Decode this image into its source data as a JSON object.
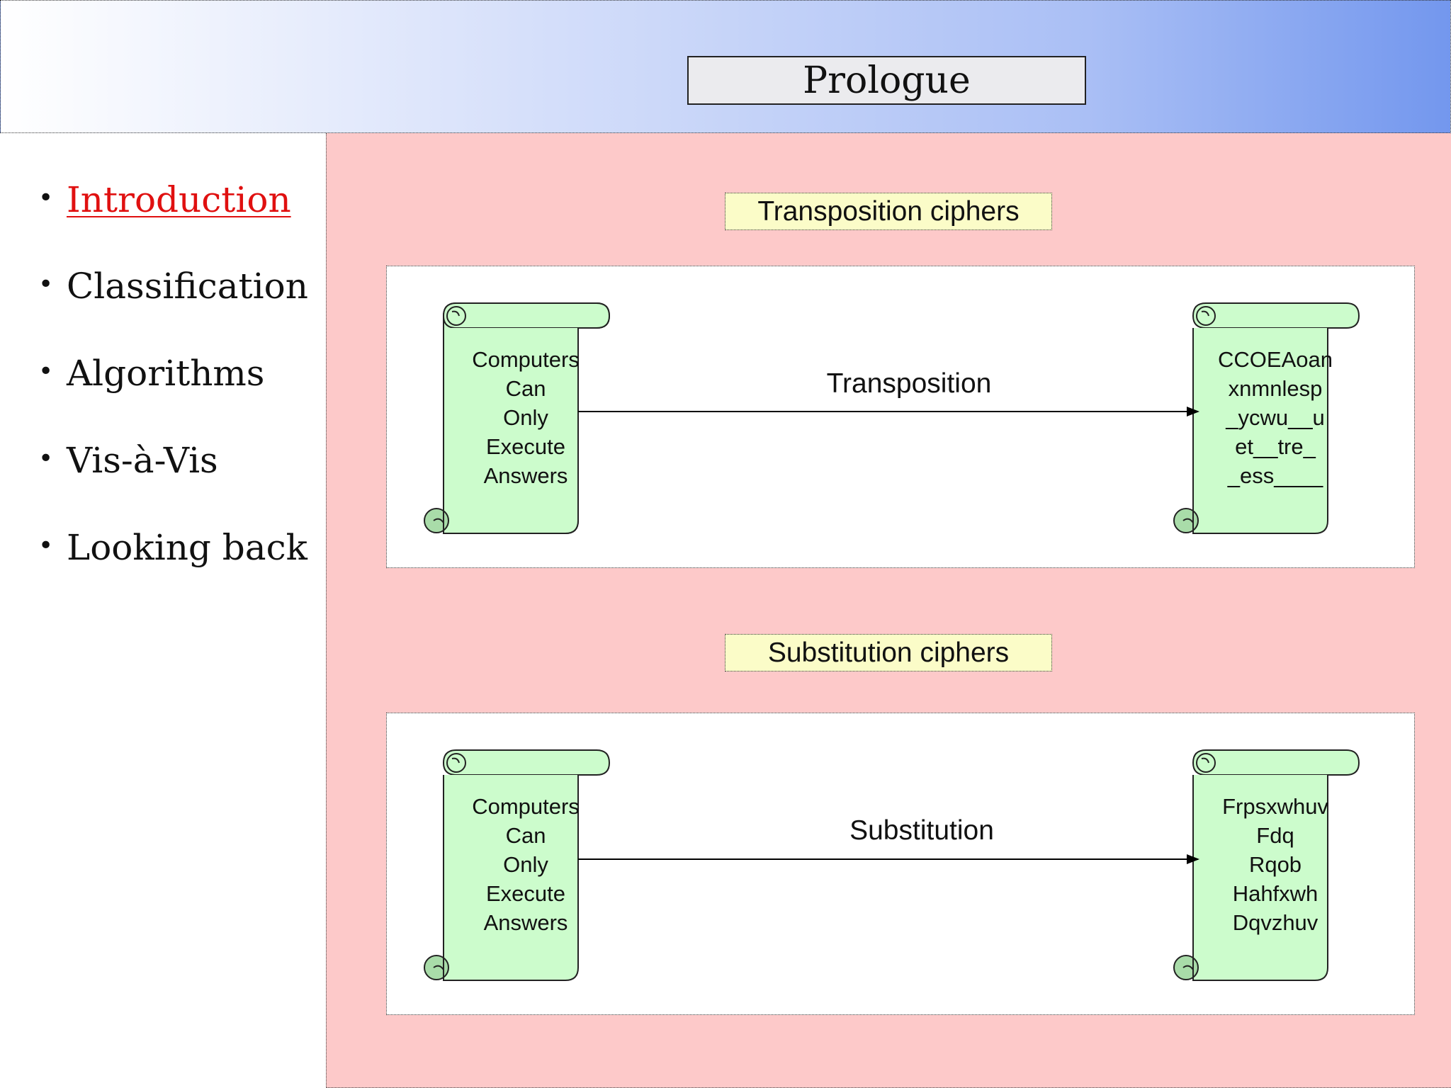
{
  "header": {
    "title": "Prologue"
  },
  "nav": {
    "items": [
      {
        "label": "Introduction",
        "active": true
      },
      {
        "label": "Classification",
        "active": false
      },
      {
        "label": "Algorithms",
        "active": false
      },
      {
        "label": "Vis-à-Vis",
        "active": false
      },
      {
        "label": "Looking back",
        "active": false
      }
    ]
  },
  "sections": [
    {
      "label": "Transposition ciphers",
      "input_text": "Computers\nCan\nOnly\nExecute\nAnswers",
      "arrow_label": "Transposition",
      "output_text": "CCOEAoan\nxnmnlesp\n_ycwu__u\net__tre_\n_ess____"
    },
    {
      "label": "Substitution ciphers",
      "input_text": "Computers\nCan\nOnly\nExecute\nAnswers",
      "arrow_label": "Substitution",
      "output_text": "Frpsxwhuv\nFdq\nRqob\nHahfxwh\nDqvzhuv"
    }
  ],
  "colors": {
    "content_bg": "#fdc9c9",
    "scroll_fill": "#ccfccc",
    "scroll_curl": "#a9dca9",
    "label_bg": "#fbfcc8",
    "active_nav": "#e01010"
  }
}
